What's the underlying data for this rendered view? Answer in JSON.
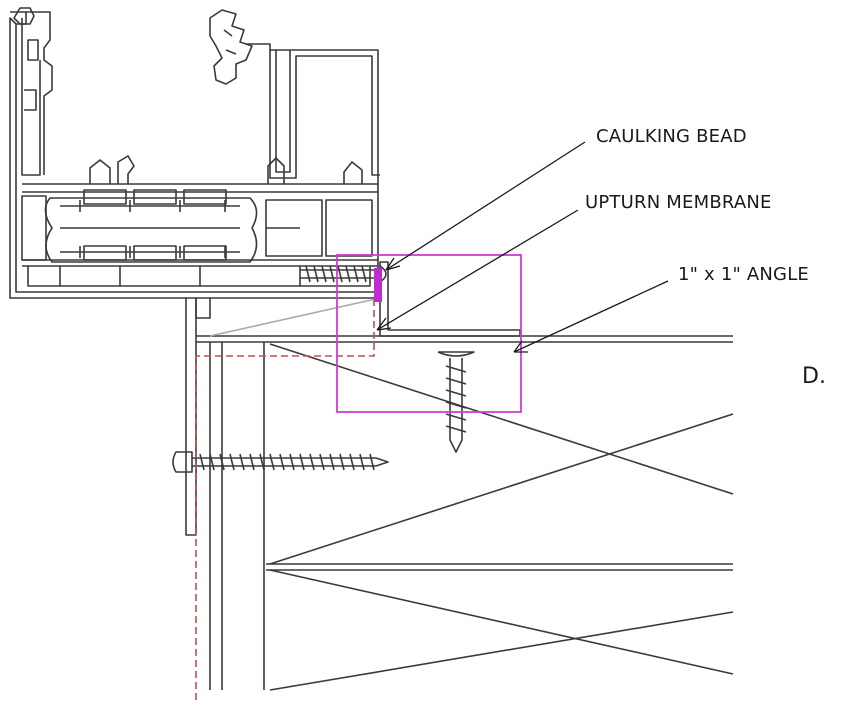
{
  "diagram": {
    "labels": {
      "caulking_bead": "CAULKING BEAD",
      "upturn_membrane": "UPTURN MEMBRANE",
      "angle": "1\" x 1\" ANGLE",
      "detail_letter": "D."
    },
    "colors": {
      "line": "#3a3a3a",
      "highlight_box": "#d23ad8",
      "membrane_dashed": "#c0504d",
      "caulking": "#c02bd0"
    }
  }
}
